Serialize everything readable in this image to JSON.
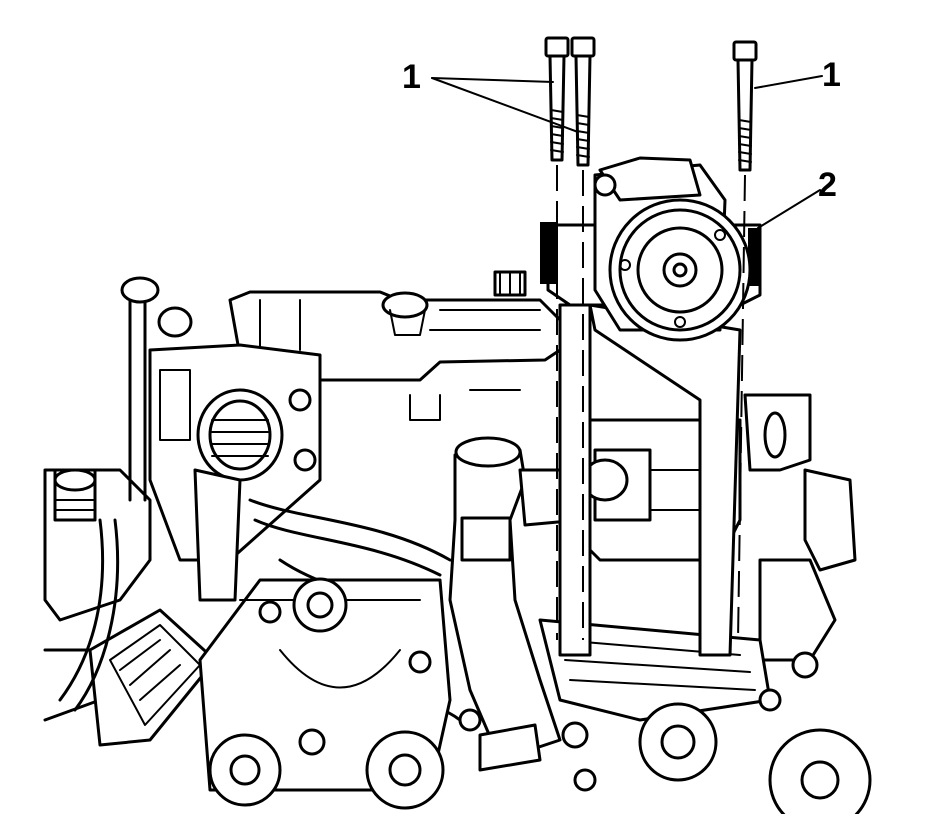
{
  "callouts": [
    {
      "id": "bolts-left",
      "label": "1"
    },
    {
      "id": "bolt-right",
      "label": "1"
    },
    {
      "id": "bracket",
      "label": "2"
    }
  ],
  "colors": {
    "ink": "#000000",
    "paper": "#ffffff"
  }
}
